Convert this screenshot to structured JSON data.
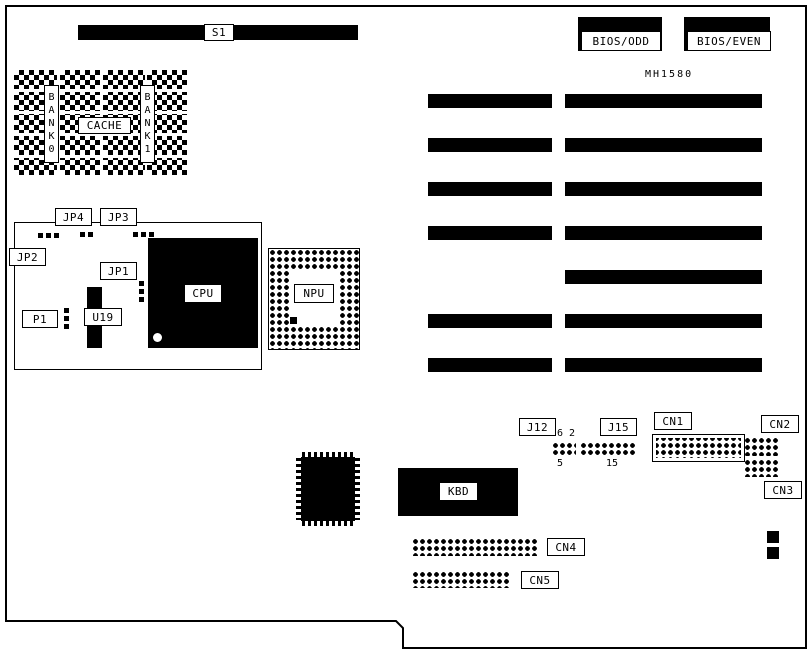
{
  "board": {
    "model": "MH1580"
  },
  "labels": {
    "s1": "S1",
    "bios_odd": "BIOS/ODD",
    "bios_even": "BIOS/EVEN",
    "bank0": "BANK0",
    "bank1": "BANK1",
    "cache": "CACHE",
    "jp4": "JP4",
    "jp3": "JP3",
    "jp2": "JP2",
    "jp1": "JP1",
    "p1": "P1",
    "u19": "U19",
    "cpu": "CPU",
    "npu": "NPU",
    "kbd": "KBD",
    "j12": "J12",
    "j15": "J15",
    "cn1": "CN1",
    "cn2": "CN2",
    "cn3": "CN3",
    "cn4": "CN4",
    "cn5": "CN5"
  },
  "pin_numbers": {
    "j12_top": "6 2",
    "j12_bottom": "5",
    "j15_bottom": "15"
  }
}
